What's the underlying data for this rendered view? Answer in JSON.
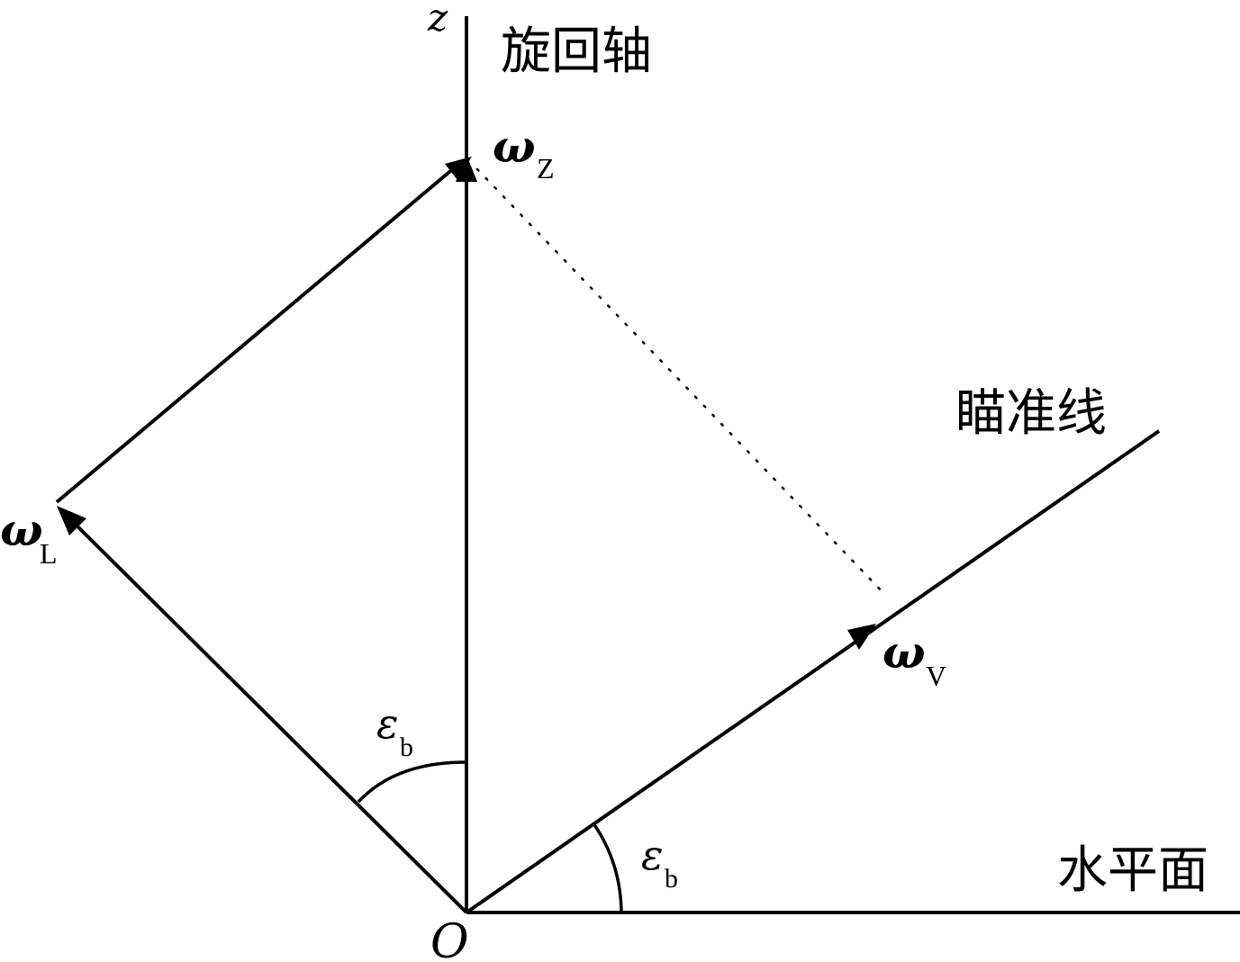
{
  "labels": {
    "z_axis": "z",
    "rotation_axis": "旋回轴",
    "sight_line": "瞄准线",
    "horizontal_plane": "水平面",
    "origin": "O",
    "omega": "ω",
    "omega_z_sub": "Z",
    "omega_l_sub": "L",
    "omega_v_sub": "V",
    "epsilon": "ε",
    "epsilon_sub": "b"
  }
}
